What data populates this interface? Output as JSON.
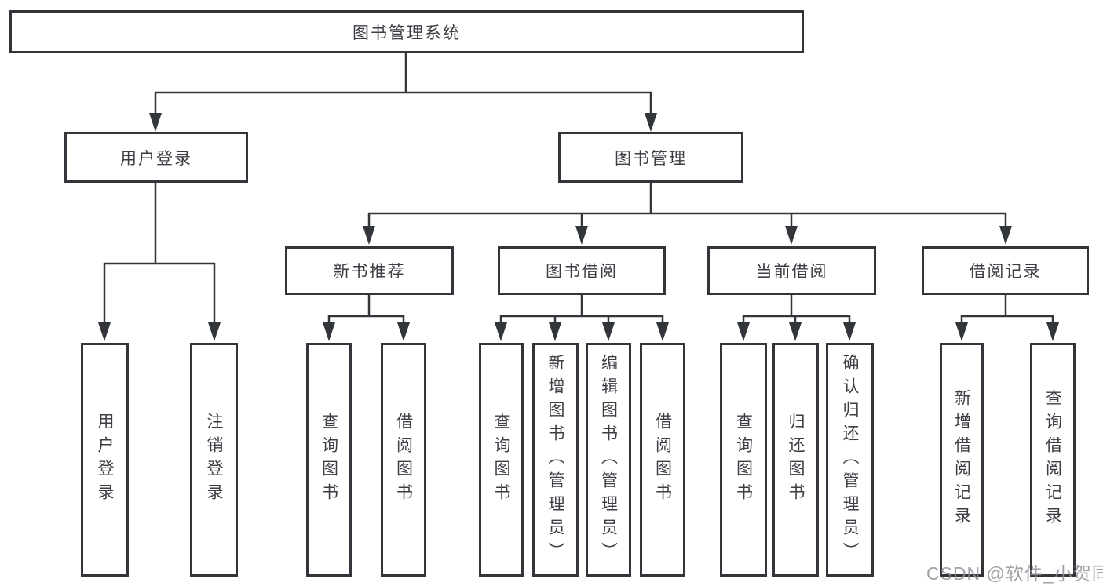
{
  "title": "图书管理系统",
  "branch_user": {
    "label": "用户登录",
    "children": [
      "用户登录",
      "注销登录"
    ]
  },
  "branch_book": {
    "label": "图书管理",
    "groups": [
      {
        "label": "新书推荐",
        "children": [
          "查询图书",
          "借阅图书"
        ]
      },
      {
        "label": "图书借阅",
        "children": [
          "查询图书",
          "新增图书（管理员）",
          "编辑图书（管理员）",
          "借阅图书"
        ]
      },
      {
        "label": "当前借阅",
        "children": [
          "查询图书",
          "归还图书",
          "确认归还（管理员）"
        ]
      },
      {
        "label": "借阅记录",
        "children": [
          "新增借阅记录",
          "查询借阅记录"
        ]
      }
    ]
  },
  "watermark": "CSDN @软件_小贺同学",
  "colors": {
    "line": "#32353a",
    "box_border": "#32353a",
    "box_fill": "#ffffff",
    "text": "#3c3e44",
    "background": "#ffffff",
    "watermark": "#919196"
  }
}
